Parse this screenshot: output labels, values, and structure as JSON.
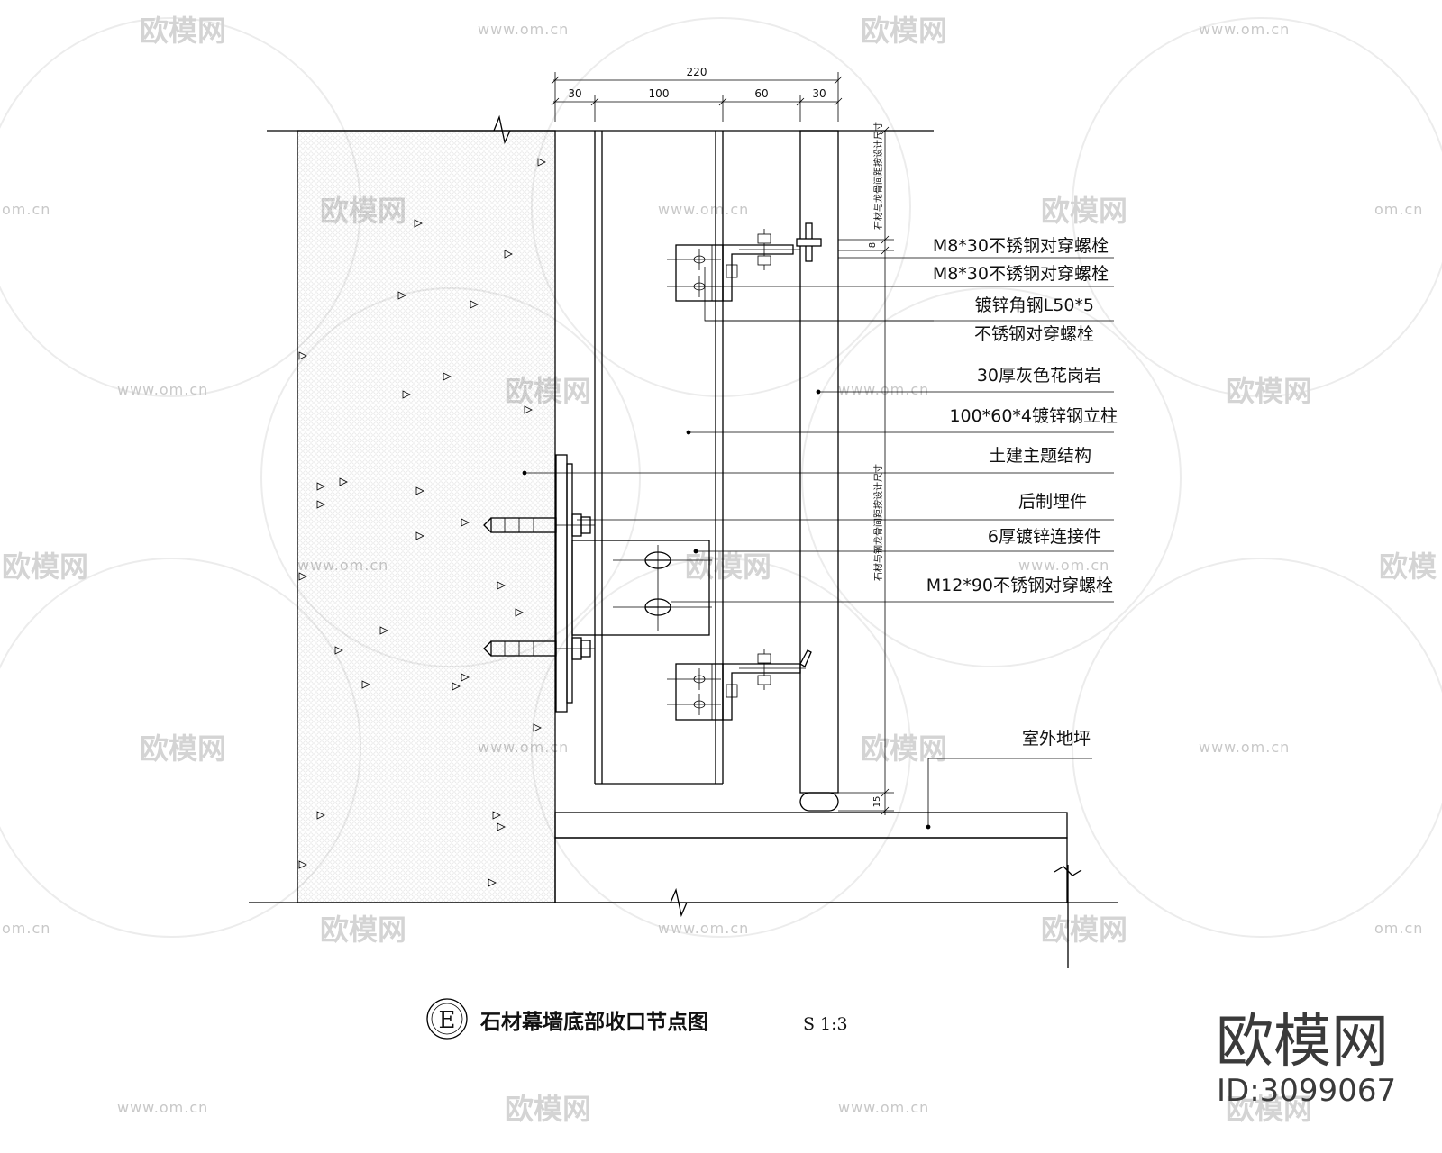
{
  "watermark": {
    "site": "www.om.cn",
    "site_partial": "om.cn",
    "brand": "欧模网",
    "brand_partial": "欧模",
    "id": "ID:3099067"
  },
  "dimensions": {
    "total": "220",
    "seg1": "30",
    "seg2": "100",
    "seg3": "60",
    "seg4": "30",
    "gap_top": "8",
    "gap_bottom": "15",
    "note_upper": "石材与龙骨间距按设计尺寸",
    "note_lower": "石材与钢龙骨间距按设计尺寸"
  },
  "callouts": [
    "M8*30不锈钢对穿螺栓",
    "M8*30不锈钢对穿螺栓",
    "镀锌角钢L50*5",
    "不锈钢对穿螺栓",
    "30厚灰色花岗岩",
    "100*60*4镀锌钢立柱",
    "土建主题结构",
    "后制埋件",
    "6厚镀锌连接件",
    "M12*90不锈钢对穿螺栓",
    "室外地坪"
  ],
  "title": {
    "badge": "E",
    "text": "石材幕墙底部收口节点图",
    "scale": "S 1:3"
  }
}
